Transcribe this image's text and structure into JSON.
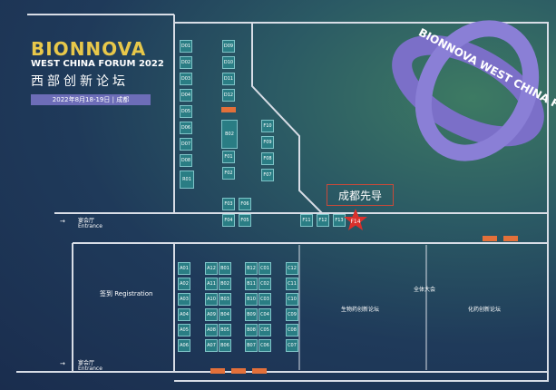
{
  "logo": {
    "brand": "BIONNOVA",
    "subtitle": "WEST CHINA FORUM 2022",
    "chinese": "西部创新论坛",
    "date": "2022年8月18-19日 | 成都"
  },
  "ribbon_text": "BIONNOVA WEST CHINA FORUM",
  "highlight": {
    "label": "成都先导",
    "booth": "F14",
    "star_color": "#d9302c"
  },
  "areas": {
    "banquet_top": "宴会厅",
    "entrance_top": "Entrance",
    "banquet_bottom": "宴会厅",
    "entrance_bottom": "Entrance",
    "registration": "签到 Registration",
    "plenary": "全体大会",
    "biopharma_forum": "生物药创新论坛",
    "chemical_forum": "化药创新论坛"
  },
  "booths": {
    "d_column": [
      "D01",
      "D02",
      "D03",
      "D04",
      "D05",
      "D06",
      "D07",
      "D08"
    ],
    "r_big": "R01",
    "d_right": [
      "D09",
      "D10",
      "D11",
      "D12"
    ],
    "b02": "B02",
    "f_left": [
      "F01",
      "F02"
    ],
    "f_right": [
      "F10",
      "F09",
      "F08",
      "F07"
    ],
    "f_mid": [
      "F03",
      "F06",
      "F04",
      "F05"
    ],
    "f_row": [
      "F11",
      "F12",
      "F13"
    ],
    "a_col1": [
      "A01",
      "A02",
      "A03",
      "A04",
      "A05",
      "A06"
    ],
    "a_col2": [
      "A12",
      "A11",
      "A10",
      "A09",
      "A08",
      "A07"
    ],
    "b_col1": [
      "B01",
      "B02",
      "B03",
      "B04",
      "B05",
      "B06"
    ],
    "b_col2": [
      "B12",
      "B11",
      "B10",
      "B09",
      "B08",
      "B07"
    ],
    "c_col1": [
      "C01",
      "C02",
      "C03",
      "C04",
      "C05",
      "C06"
    ],
    "c_col2": [
      "C12",
      "C11",
      "C10",
      "C09",
      "C08",
      "C07"
    ]
  },
  "colors": {
    "booth": "#2a7d84",
    "accent_orange": "#e3703a",
    "gold": "#e8c84a",
    "date_bar": "#6d6db8",
    "ribbon": "#7b6fc8"
  }
}
